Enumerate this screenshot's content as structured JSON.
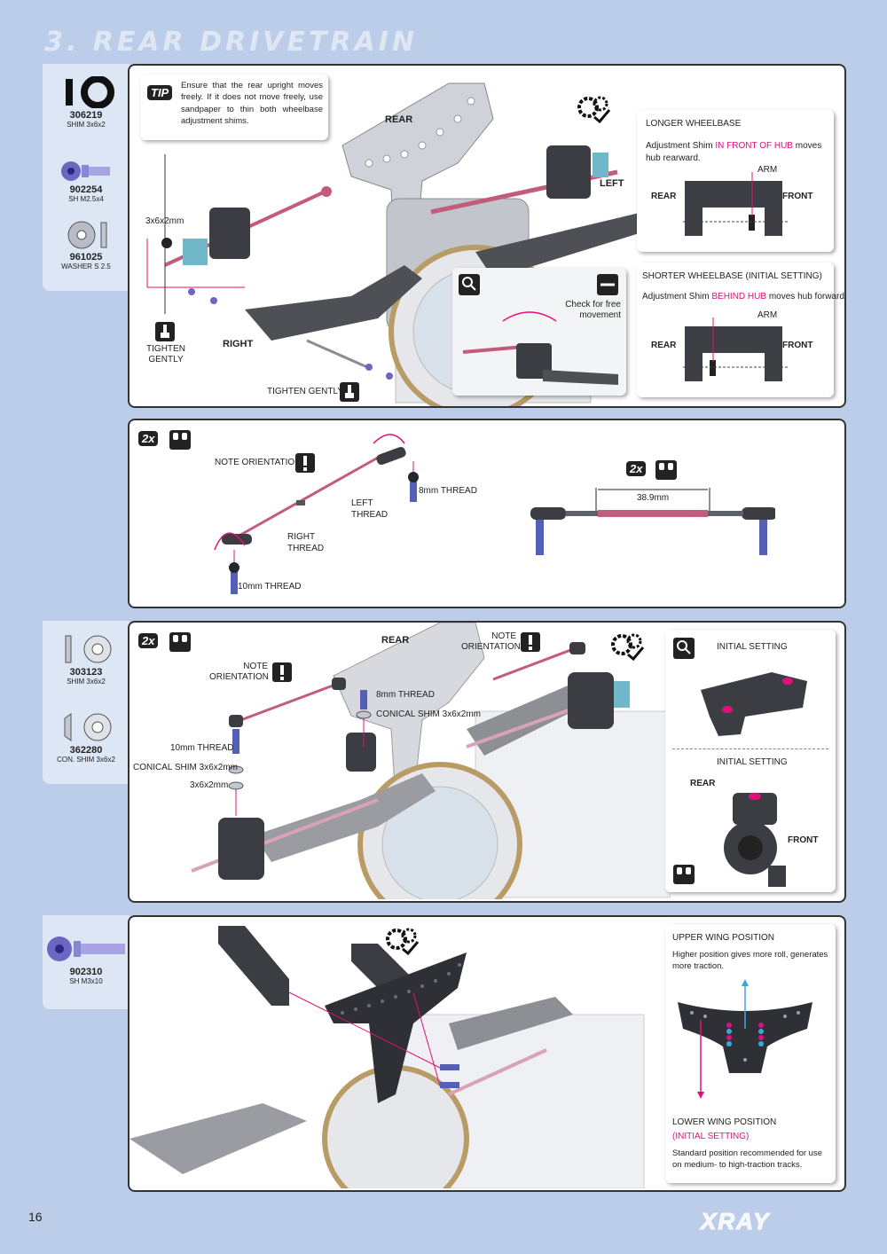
{
  "page": {
    "title": "3. REAR DRIVETRAIN",
    "number": "16",
    "brand": "XRAY"
  },
  "parts1": [
    {
      "num": "306219",
      "desc": "SHIM 3x6x2"
    },
    {
      "num": "902254",
      "desc": "SH M2.5x4"
    },
    {
      "num": "961025",
      "desc": "WASHER S 2.5"
    }
  ],
  "step1": {
    "tip_badge": "TIP",
    "tip_text": "Ensure that the rear upright moves freely. If it does not move freely, use sandpaper to thin both wheelbase adjustment shims.",
    "rear": "REAR",
    "left": "LEFT",
    "right": "RIGHT",
    "shim_label": "3x6x2mm",
    "tighten_gently_1": "TIGHTEN GENTLY",
    "tighten_gently_2": "TIGHTEN GENTLY",
    "detail_check": "Check for free movement",
    "longer": {
      "title": "LONGER WHEELBASE",
      "text_a": "Adjustment Shim ",
      "text_hi": "IN FRONT OF HUB",
      "text_b": " moves hub rearward.",
      "arm": "ARM",
      "rear": "REAR",
      "front": "FRONT"
    },
    "shorter": {
      "title": "SHORTER WHEELBASE (INITIAL SETTING)",
      "text_a": "Adjustment Shim ",
      "text_hi": "BEHIND HUB",
      "text_b": " moves hub forward.",
      "arm": "ARM",
      "rear": "REAR",
      "front": "FRONT"
    }
  },
  "step2": {
    "badge": "2x",
    "note": "NOTE ORIENTATION",
    "left_thread": "LEFT THREAD",
    "right_thread": "RIGHT THREAD",
    "thread_8": "8mm THREAD",
    "thread_10": "10mm THREAD",
    "badge2": "2x",
    "length": "38.9mm"
  },
  "parts3": [
    {
      "num": "303123",
      "desc": "SHIM 3x6x2"
    },
    {
      "num": "362280",
      "desc": "CON. SHIM 3x6x2"
    }
  ],
  "step3": {
    "badge": "2x",
    "rear": "REAR",
    "note_1": "NOTE ORIENTATION",
    "note_2": "NOTE ORIENTATION",
    "thread_8": "8mm THREAD",
    "conical_1": "CONICAL SHIM 3x6x2mm",
    "thread_10": "10mm THREAD",
    "conical_2": "CONICAL SHIM 3x6x2mm",
    "shim": "3x6x2mm",
    "initial_1": "INITIAL SETTING",
    "initial_2": "INITIAL SETTING",
    "rear2": "REAR",
    "front2": "FRONT"
  },
  "parts4": [
    {
      "num": "902310",
      "desc": "SH M3x10"
    }
  ],
  "step4": {
    "upper_title": "UPPER WING POSITION",
    "upper_text": "Higher position gives more roll, generates more traction.",
    "lower_title": "LOWER WING POSITION",
    "lower_hi": "(INITIAL SETTING)",
    "lower_text": "Standard position recommended for use on medium- to high-traction tracks."
  },
  "colors": {
    "background": "#bccde9",
    "accent": "#e0107b",
    "panel_border": "#333333"
  }
}
